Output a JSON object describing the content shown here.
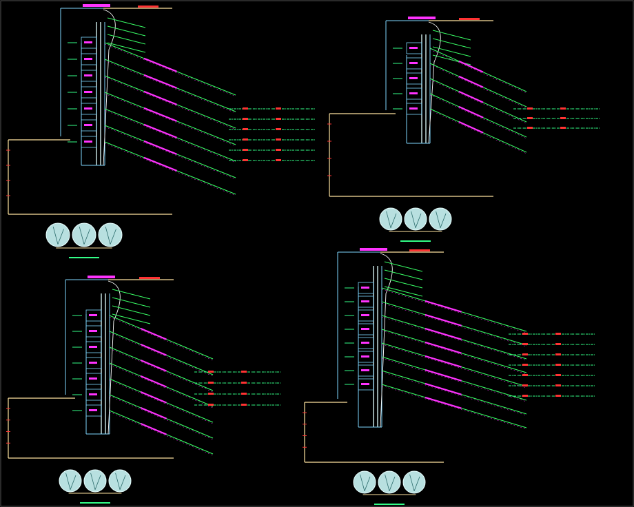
{
  "colors": {
    "background": "#000000",
    "wall": "#7fd8ff",
    "ground": "#ffe4a0",
    "anchor": "#39ff66",
    "anchor_bond": "#ff33ff",
    "label": "#33ff88",
    "tag": "#ff3333",
    "pile": "#cfecec",
    "slope_face": "#ffffff"
  },
  "sections": [
    {
      "id": "tl",
      "anchors": 7,
      "title": "",
      "has_table": true,
      "table_rows": 6
    },
    {
      "id": "tr",
      "anchors": 5,
      "title": "",
      "has_table": true,
      "table_rows": 3
    },
    {
      "id": "bl",
      "anchors": 7,
      "title": "",
      "has_table": true,
      "table_rows": 4
    },
    {
      "id": "br",
      "anchors": 8,
      "title": "",
      "has_table": true,
      "table_rows": 7
    }
  ]
}
